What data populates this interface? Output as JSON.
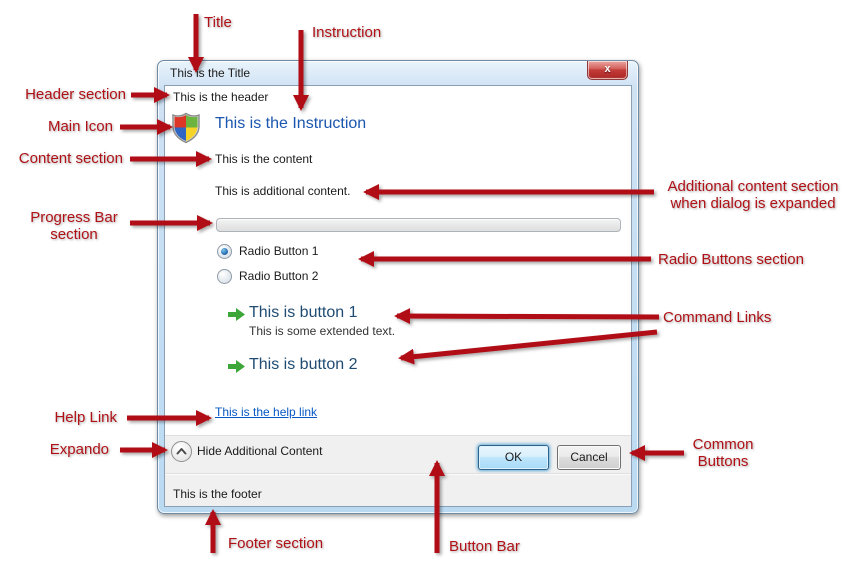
{
  "annotations": {
    "color": "#b01116",
    "title": "Title",
    "instruction": "Instruction",
    "header_section": "Header section",
    "main_icon": "Main Icon",
    "content_section": "Content section",
    "progress_bar_section": "Progress Bar\nsection",
    "additional_content_section": "Additional content section\nwhen dialog is expanded",
    "radio_buttons_section": "Radio Buttons section",
    "command_links": "Command Links",
    "help_link": "Help Link",
    "expando": "Expando",
    "common_buttons": "Common\nButtons",
    "footer_section": "Footer section",
    "button_bar": "Button Bar"
  },
  "dialog": {
    "title": "This is the Title",
    "close_glyph": "x",
    "header": "This is the header",
    "instruction": "This is the Instruction",
    "instruction_color": "#1b56b0",
    "content": "This is the content",
    "additional_content": "This is additional content.",
    "progress_value_percent": 0,
    "radios": [
      {
        "label": "Radio Button 1",
        "selected": true
      },
      {
        "label": "Radio Button 2",
        "selected": false
      }
    ],
    "command_links": [
      {
        "label": "This is button 1",
        "note": "This is some extended text."
      },
      {
        "label": "This is button 2",
        "note": ""
      }
    ],
    "help_link": "This is the help link",
    "help_link_color": "#0758c4",
    "expando_label": "Hide Additional Content",
    "ok_label": "OK",
    "cancel_label": "Cancel",
    "footer": "This is the footer",
    "command_link_arrow_color": "#3da639"
  }
}
